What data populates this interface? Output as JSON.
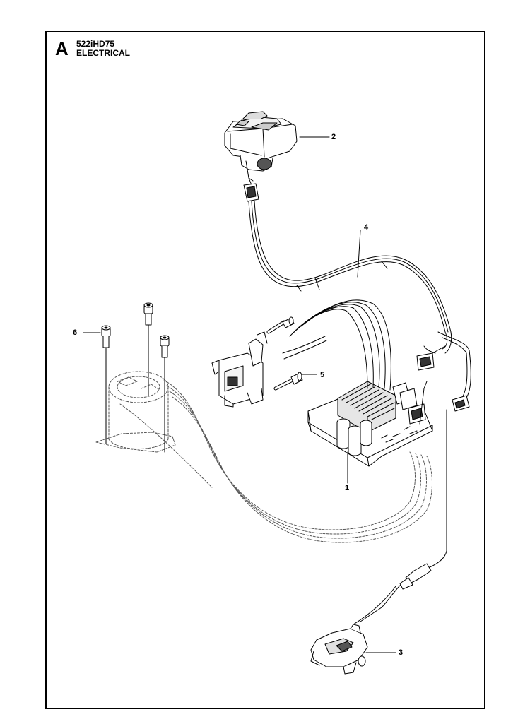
{
  "header": {
    "section_letter": "A",
    "model": "522iHD75",
    "section_name": "ELECTRICAL"
  },
  "callouts": {
    "c1": "1",
    "c2": "2",
    "c3": "3",
    "c4": "4",
    "c5": "5",
    "c6": "6"
  }
}
